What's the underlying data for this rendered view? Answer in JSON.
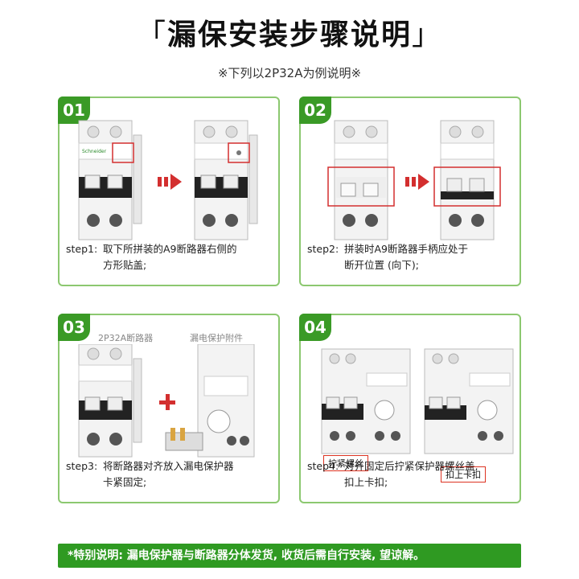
{
  "title": {
    "text": "漏保安装步骤说明",
    "bracket_left": "「",
    "bracket_right": "」"
  },
  "subtitle": "※下列以2P32A为例说明※",
  "cards": [
    {
      "num": "01",
      "step_label": "step1:",
      "line1": "取下所拼装的A9断路器右侧的",
      "line2": "方形贴盖;"
    },
    {
      "num": "02",
      "step_label": "step2:",
      "line1": "拼装时A9断路器手柄应处于",
      "line2": "断开位置 (向下);"
    },
    {
      "num": "03",
      "step_label": "step3:",
      "line1": "将断路器对齐放入漏电保护器",
      "line2": "卡紧固定;",
      "caption_left": "2P32A断路器",
      "caption_right": "漏电保护附件"
    },
    {
      "num": "04",
      "step_label": "step4:",
      "line1": "对齐固定后拧紧保护器螺丝盖,",
      "line2": "扣上卡扣;",
      "tag_left": "拧紧螺丝",
      "tag_right": "扣上卡扣"
    }
  ],
  "brand_text": "Schneider",
  "footer": "*特别说明:  漏电保护器与断路器分体发货, 收货后需自行安装, 望谅解。",
  "colors": {
    "green": "#3a9a26",
    "border": "#8cc870",
    "red": "#d32f2f"
  }
}
